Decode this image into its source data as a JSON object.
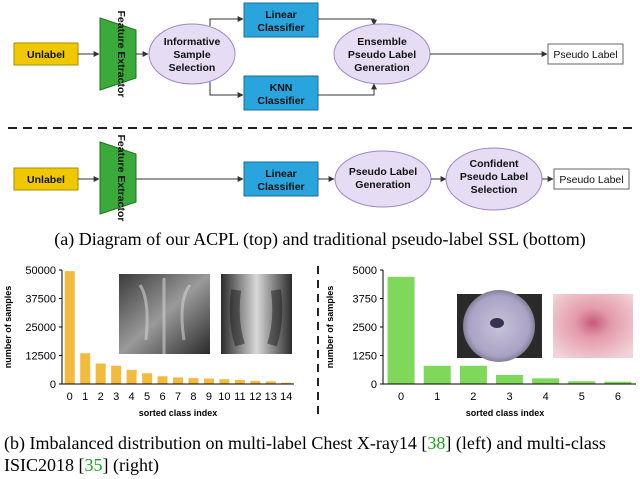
{
  "top_diagram": {
    "unlabel": "Unlabel",
    "feature_extractor": "Feature Extractor",
    "informative_selection": [
      "Informative",
      "Sample",
      "Selection"
    ],
    "linear_classifier": [
      "Linear",
      "Classifier"
    ],
    "knn_classifier": [
      "KNN",
      "Classifier"
    ],
    "ensemble_generation": [
      "Ensemble",
      "Pseudo Label",
      "Generation"
    ],
    "output": "Pseudo Label"
  },
  "bottom_diagram": {
    "unlabel": "Unlabel",
    "feature_extractor": "Feature Extractor",
    "linear_classifier": [
      "Linear",
      "Classifier"
    ],
    "pseudo_generation": [
      "Pseudo Label",
      "Generation"
    ],
    "confident_selection": [
      "Confident",
      "Pseudo Label",
      "Selection"
    ],
    "output": "Pseudo Label"
  },
  "caption_a": "(a) Diagram of our ACPL (top) and traditional pseudo-label SSL (bottom)",
  "caption_b": {
    "part1": "(b) Imbalanced distribution on multi-label Chest X-ray14 [",
    "ref1": "38",
    "part2": "] (left) and multi-class ISIC2018 [",
    "ref2": "35",
    "part3": "] (right)"
  },
  "colors": {
    "unlabel": "#f0c800",
    "extractor": "#3aaa3a",
    "classifier": "#29a4dd",
    "ellipse_fill": "#e6dcf4",
    "ellipse_stroke": "#9d88c4",
    "chest_bar": "#f2bb3e",
    "isic_bar": "#7fd85a"
  },
  "chart_data": [
    {
      "type": "bar",
      "categories": [
        "0",
        "1",
        "2",
        "3",
        "4",
        "5",
        "6",
        "7",
        "8",
        "9",
        "10",
        "11",
        "12",
        "13",
        "14"
      ],
      "values": [
        49500,
        13500,
        9000,
        8000,
        6200,
        4700,
        3400,
        2900,
        2600,
        2400,
        2100,
        1800,
        1350,
        1150,
        550
      ],
      "xlabel": "sorted class index",
      "ylabel": "number of samples",
      "yticks": [
        "0",
        "12500",
        "25000",
        "37500",
        "50000"
      ],
      "ylim": [
        0,
        50000
      ],
      "color": "#f2bb3e",
      "thumbnails": [
        "chest-xray-image-1",
        "chest-xray-image-2"
      ]
    },
    {
      "type": "bar",
      "categories": [
        "0",
        "1",
        "2",
        "3",
        "4",
        "5",
        "6"
      ],
      "values": [
        4700,
        800,
        800,
        400,
        250,
        120,
        100
      ],
      "xlabel": "sorted class index",
      "ylabel": "number of samples",
      "yticks": [
        "0",
        "1250",
        "2500",
        "3750",
        "5000"
      ],
      "ylim": [
        0,
        5000
      ],
      "color": "#7fd85a",
      "thumbnails": [
        "dermoscopy-image-1",
        "dermoscopy-image-2"
      ]
    }
  ]
}
